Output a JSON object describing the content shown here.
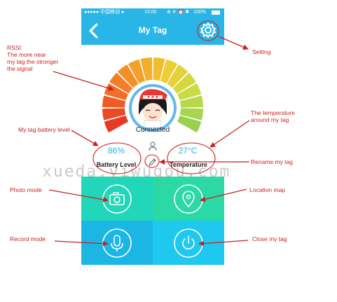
{
  "status_bar": {
    "carrier": "●●●●● 中国移动 ●",
    "time": "15:00",
    "battery_percent": "100%"
  },
  "header": {
    "title": "My Tag"
  },
  "gauge": {
    "status_label": "Connected"
  },
  "battery": {
    "value": "86%",
    "label": "Battery Level"
  },
  "temperature": {
    "value": "27°C",
    "label": "Temperature"
  },
  "actions": [
    {
      "id": "photo",
      "icon": "camera-icon",
      "color": "#21d6b9"
    },
    {
      "id": "location",
      "icon": "location-pin-icon",
      "color": "#2ad9a6"
    },
    {
      "id": "record",
      "icon": "microphone-icon",
      "color": "#1cb6e4"
    },
    {
      "id": "close",
      "icon": "power-icon",
      "color": "#1fc8ee"
    }
  ],
  "annotations": {
    "rssi": [
      "RSSI:",
      "The more near",
      "my tag the stronger",
      "the signal"
    ],
    "setting": "Setting",
    "battery_level": "My tag battery level",
    "temperature": [
      "The temperature",
      "around my tag"
    ],
    "rename": "Rename my tag",
    "photo_mode": "Photo mode",
    "location_map": "Location map",
    "record_mode": "Record mode",
    "close_tag": "Close my tag"
  },
  "watermark": "xueda.yiwugou.com",
  "colors": {
    "accent": "#29b6e6",
    "annotation": "#cc1f1f"
  }
}
